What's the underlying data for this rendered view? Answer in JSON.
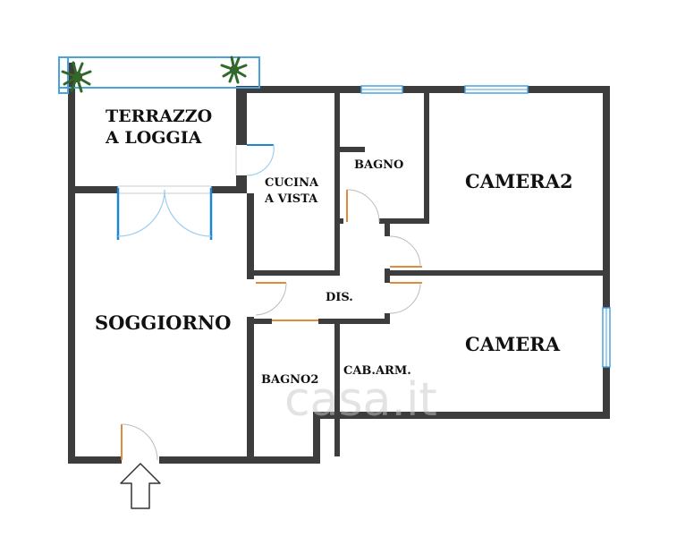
{
  "rooms": {
    "terrazzo_line1": "TERRAZZO",
    "terrazzo_line2": "A LOGGIA",
    "cucina_line1": "CUCINA",
    "cucina_line2": "A VISTA",
    "bagno": "BAGNO",
    "camera2": "CAMERA2",
    "soggiorno": "SOGGIORNO",
    "dis": "DIS.",
    "camera": "CAMERA",
    "bagno2": "BAGNO2",
    "cab_arm": "CAB.ARM."
  },
  "watermark": "casa.it",
  "colors": {
    "wall": "#3d3d3d",
    "door": "#e08a3a",
    "window": "#4aa3df",
    "swing": "#9ccfee",
    "plant": "#2f6a2a"
  },
  "icons": {
    "entrance": "entrance-arrow-icon",
    "plant": "potted-plant-icon"
  }
}
